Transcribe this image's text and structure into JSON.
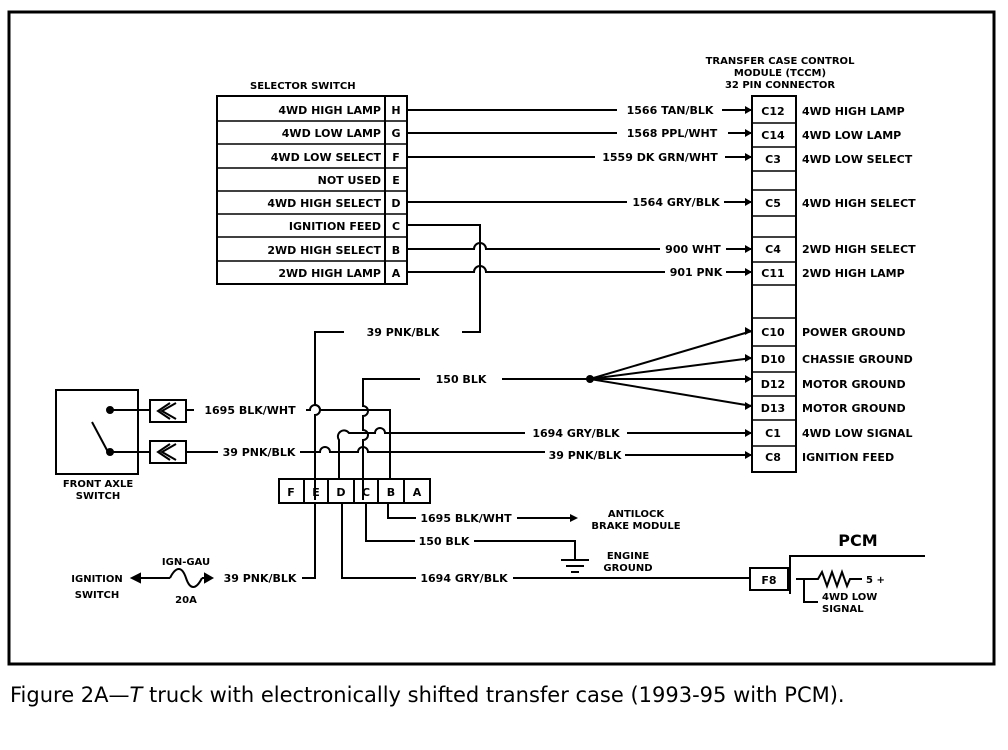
{
  "caption": {
    "prefix": "Figure 2A—",
    "italic": "T",
    "rest": " truck with electronically shifted transfer case (1993-95 with PCM)."
  },
  "selector_switch": {
    "title": "SELECTOR SWITCH",
    "rows": [
      {
        "label": "4WD HIGH LAMP",
        "pin": "H"
      },
      {
        "label": "4WD LOW LAMP",
        "pin": "G"
      },
      {
        "label": "4WD LOW SELECT",
        "pin": "F"
      },
      {
        "label": "NOT USED",
        "pin": "E"
      },
      {
        "label": "4WD HIGH SELECT",
        "pin": "D"
      },
      {
        "label": "IGNITION FEED",
        "pin": "C"
      },
      {
        "label": "2WD HIGH SELECT",
        "pin": "B"
      },
      {
        "label": "2WD HIGH LAMP",
        "pin": "A"
      }
    ]
  },
  "tccm": {
    "title_lines": [
      "TRANSFER CASE CONTROL",
      "MODULE (TCCM)",
      "32 PIN CONNECTOR"
    ],
    "pins": [
      {
        "pin": "C12",
        "label": "4WD HIGH LAMP",
        "wire": "1566 TAN/BLK"
      },
      {
        "pin": "C14",
        "label": "4WD LOW LAMP",
        "wire": "1568 PPL/WHT"
      },
      {
        "pin": "C3",
        "label": "4WD LOW SELECT",
        "wire": "1559 DK GRN/WHT"
      },
      {
        "pin": "C5",
        "label": "4WD HIGH SELECT",
        "wire": "1564 GRY/BLK"
      },
      {
        "pin": "C4",
        "label": "2WD HIGH SELECT",
        "wire": "900 WHT"
      },
      {
        "pin": "C11",
        "label": "2WD HIGH LAMP",
        "wire": "901 PNK"
      },
      {
        "pin": "C10",
        "label": "POWER GROUND",
        "wire": ""
      },
      {
        "pin": "D10",
        "label": "CHASSIE GROUND",
        "wire": ""
      },
      {
        "pin": "D12",
        "label": "MOTOR GROUND",
        "wire": ""
      },
      {
        "pin": "D13",
        "label": "MOTOR GROUND",
        "wire": ""
      },
      {
        "pin": "C1",
        "label": "4WD LOW SIGNAL",
        "wire": "1694 GRY/BLK"
      },
      {
        "pin": "C8",
        "label": "IGNITION FEED",
        "wire": "39 PNK/BLK"
      }
    ]
  },
  "wires": {
    "ign_feed_top": "39 PNK/BLK",
    "ground_bus": "150 BLK",
    "axle_1": "1695 BLK/WHT",
    "axle_2": "39 PNK/BLK",
    "antilock": "1695 BLK/WHT",
    "engine_ground": "150 BLK",
    "pcm_signal": "1694 GRY/BLK",
    "ignition": "39 PNK/BLK"
  },
  "connector": {
    "pins": [
      "F",
      "E",
      "D",
      "C",
      "B",
      "A"
    ]
  },
  "components": {
    "front_axle_switch": [
      "FRONT AXLE",
      "SWITCH"
    ],
    "antilock": [
      "ANTILOCK",
      "BRAKE MODULE"
    ],
    "engine_ground": [
      "ENGINE",
      "GROUND"
    ],
    "ignition_switch": [
      "IGNITION",
      "SWITCH"
    ],
    "fuse_name": "IGN-GAU",
    "fuse_rating": "20A",
    "pcm_title": "PCM",
    "pcm_pin": "F8",
    "pcm_voltage": "5 +",
    "pcm_signal": [
      "4WD LOW",
      "SIGNAL"
    ]
  }
}
